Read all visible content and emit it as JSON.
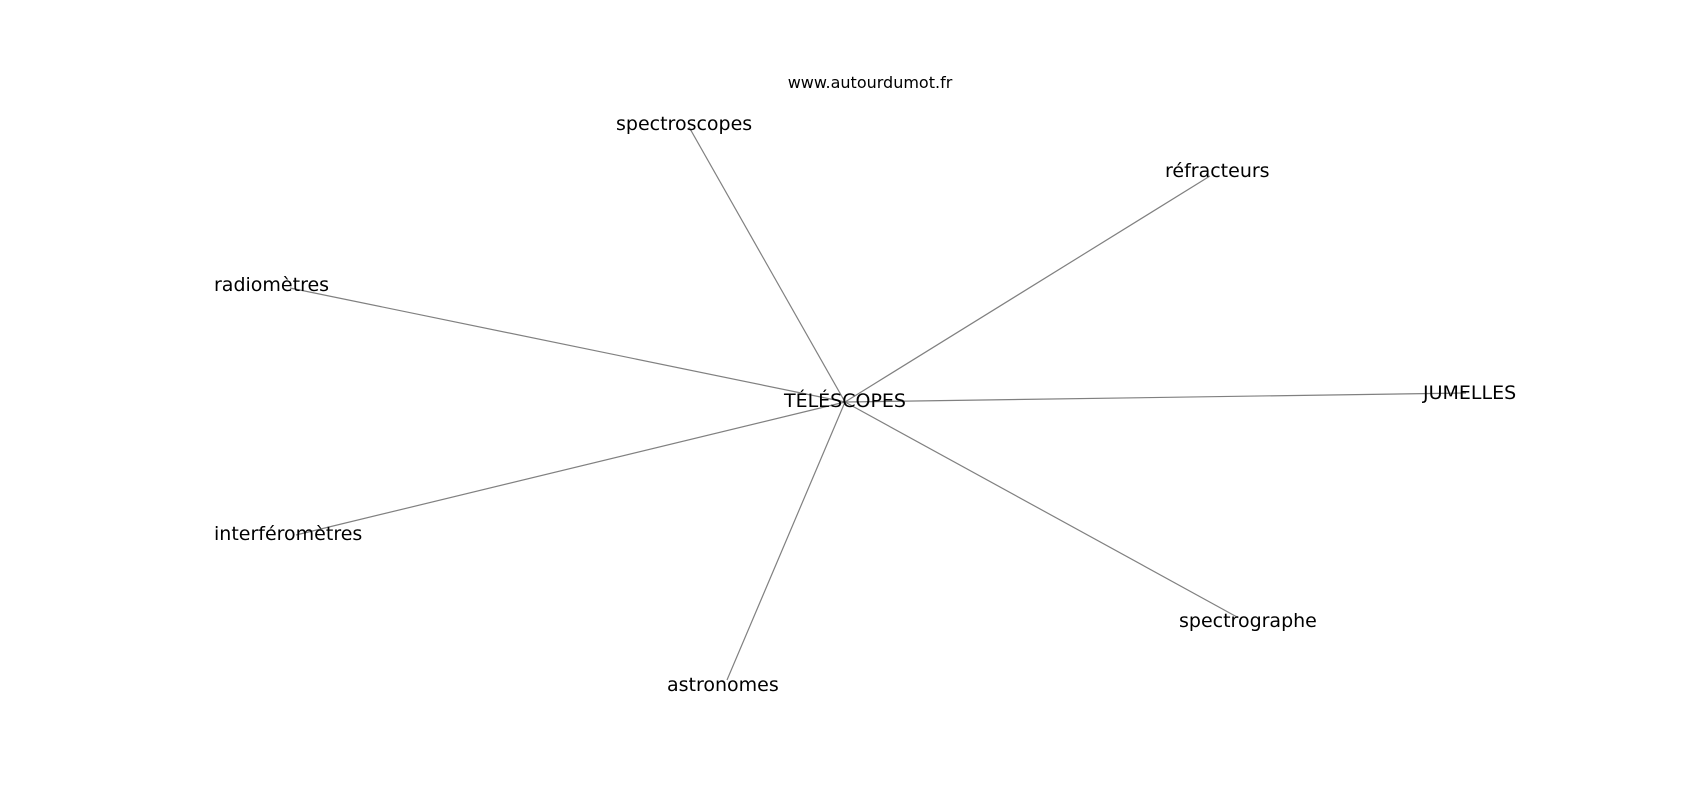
{
  "watermark": "www.autourdumot.fr",
  "colors": {
    "edge": "#808080",
    "text": "#000000",
    "background": "#ffffff"
  },
  "center": {
    "label": "TÉLÉSCOPES"
  },
  "neighbors": [
    {
      "id": "spectroscopes",
      "label": "spectroscopes"
    },
    {
      "id": "refracteurs",
      "label": "réfracteurs"
    },
    {
      "id": "radiometres",
      "label": "radiomètres"
    },
    {
      "id": "jumelles",
      "label": "JUMELLES"
    },
    {
      "id": "interferometres",
      "label": "interféromètres"
    },
    {
      "id": "spectrographe",
      "label": "spectrographe"
    },
    {
      "id": "astronomes",
      "label": "astronomes"
    }
  ]
}
